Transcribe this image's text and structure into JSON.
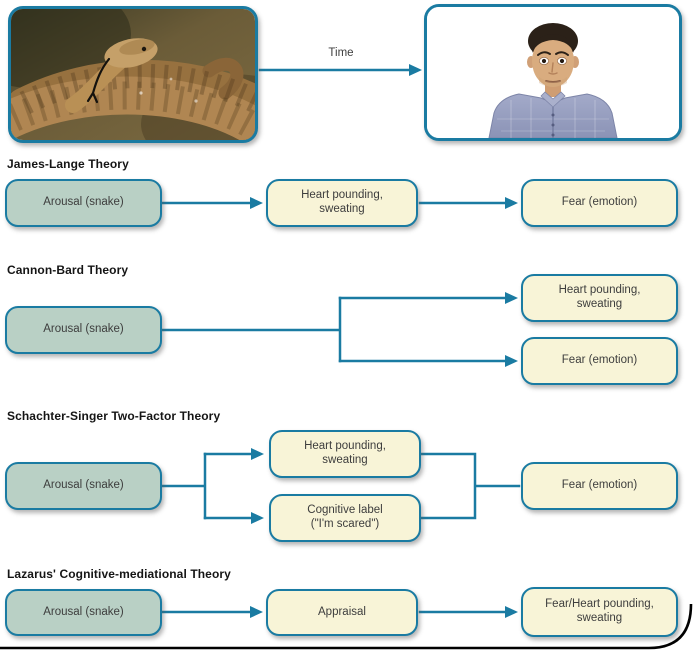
{
  "figure": {
    "accent_color": "#1a7ba2",
    "arousal_box_color": "#b9d0c5",
    "outcome_box_color": "#f8f4d7",
    "timeline": {
      "label": "Time"
    },
    "images": {
      "snake_description": "Coiled rattlesnake (stimulus photo)",
      "man_description": "Startled man in plaid shirt (response photo)"
    },
    "sections": {
      "james_lange": {
        "title": "James-Lange Theory",
        "arousal": "Arousal (snake)",
        "response": "Heart pounding,\nsweating",
        "emotion": "Fear (emotion)"
      },
      "cannon_bard": {
        "title": "Cannon-Bard Theory",
        "arousal": "Arousal (snake)",
        "response": "Heart pounding,\nsweating",
        "emotion": "Fear (emotion)"
      },
      "schachter_singer": {
        "title": "Schachter-Singer Two-Factor Theory",
        "arousal": "Arousal (snake)",
        "response": "Heart pounding,\nsweating",
        "cognitive_label": "Cognitive label\n(\"I'm scared\")",
        "emotion": "Fear (emotion)"
      },
      "lazarus": {
        "title": "Lazarus' Cognitive-mediational Theory",
        "arousal": "Arousal (snake)",
        "appraisal": "Appraisal",
        "emotion": "Fear/Heart pounding,\nsweating"
      }
    }
  }
}
